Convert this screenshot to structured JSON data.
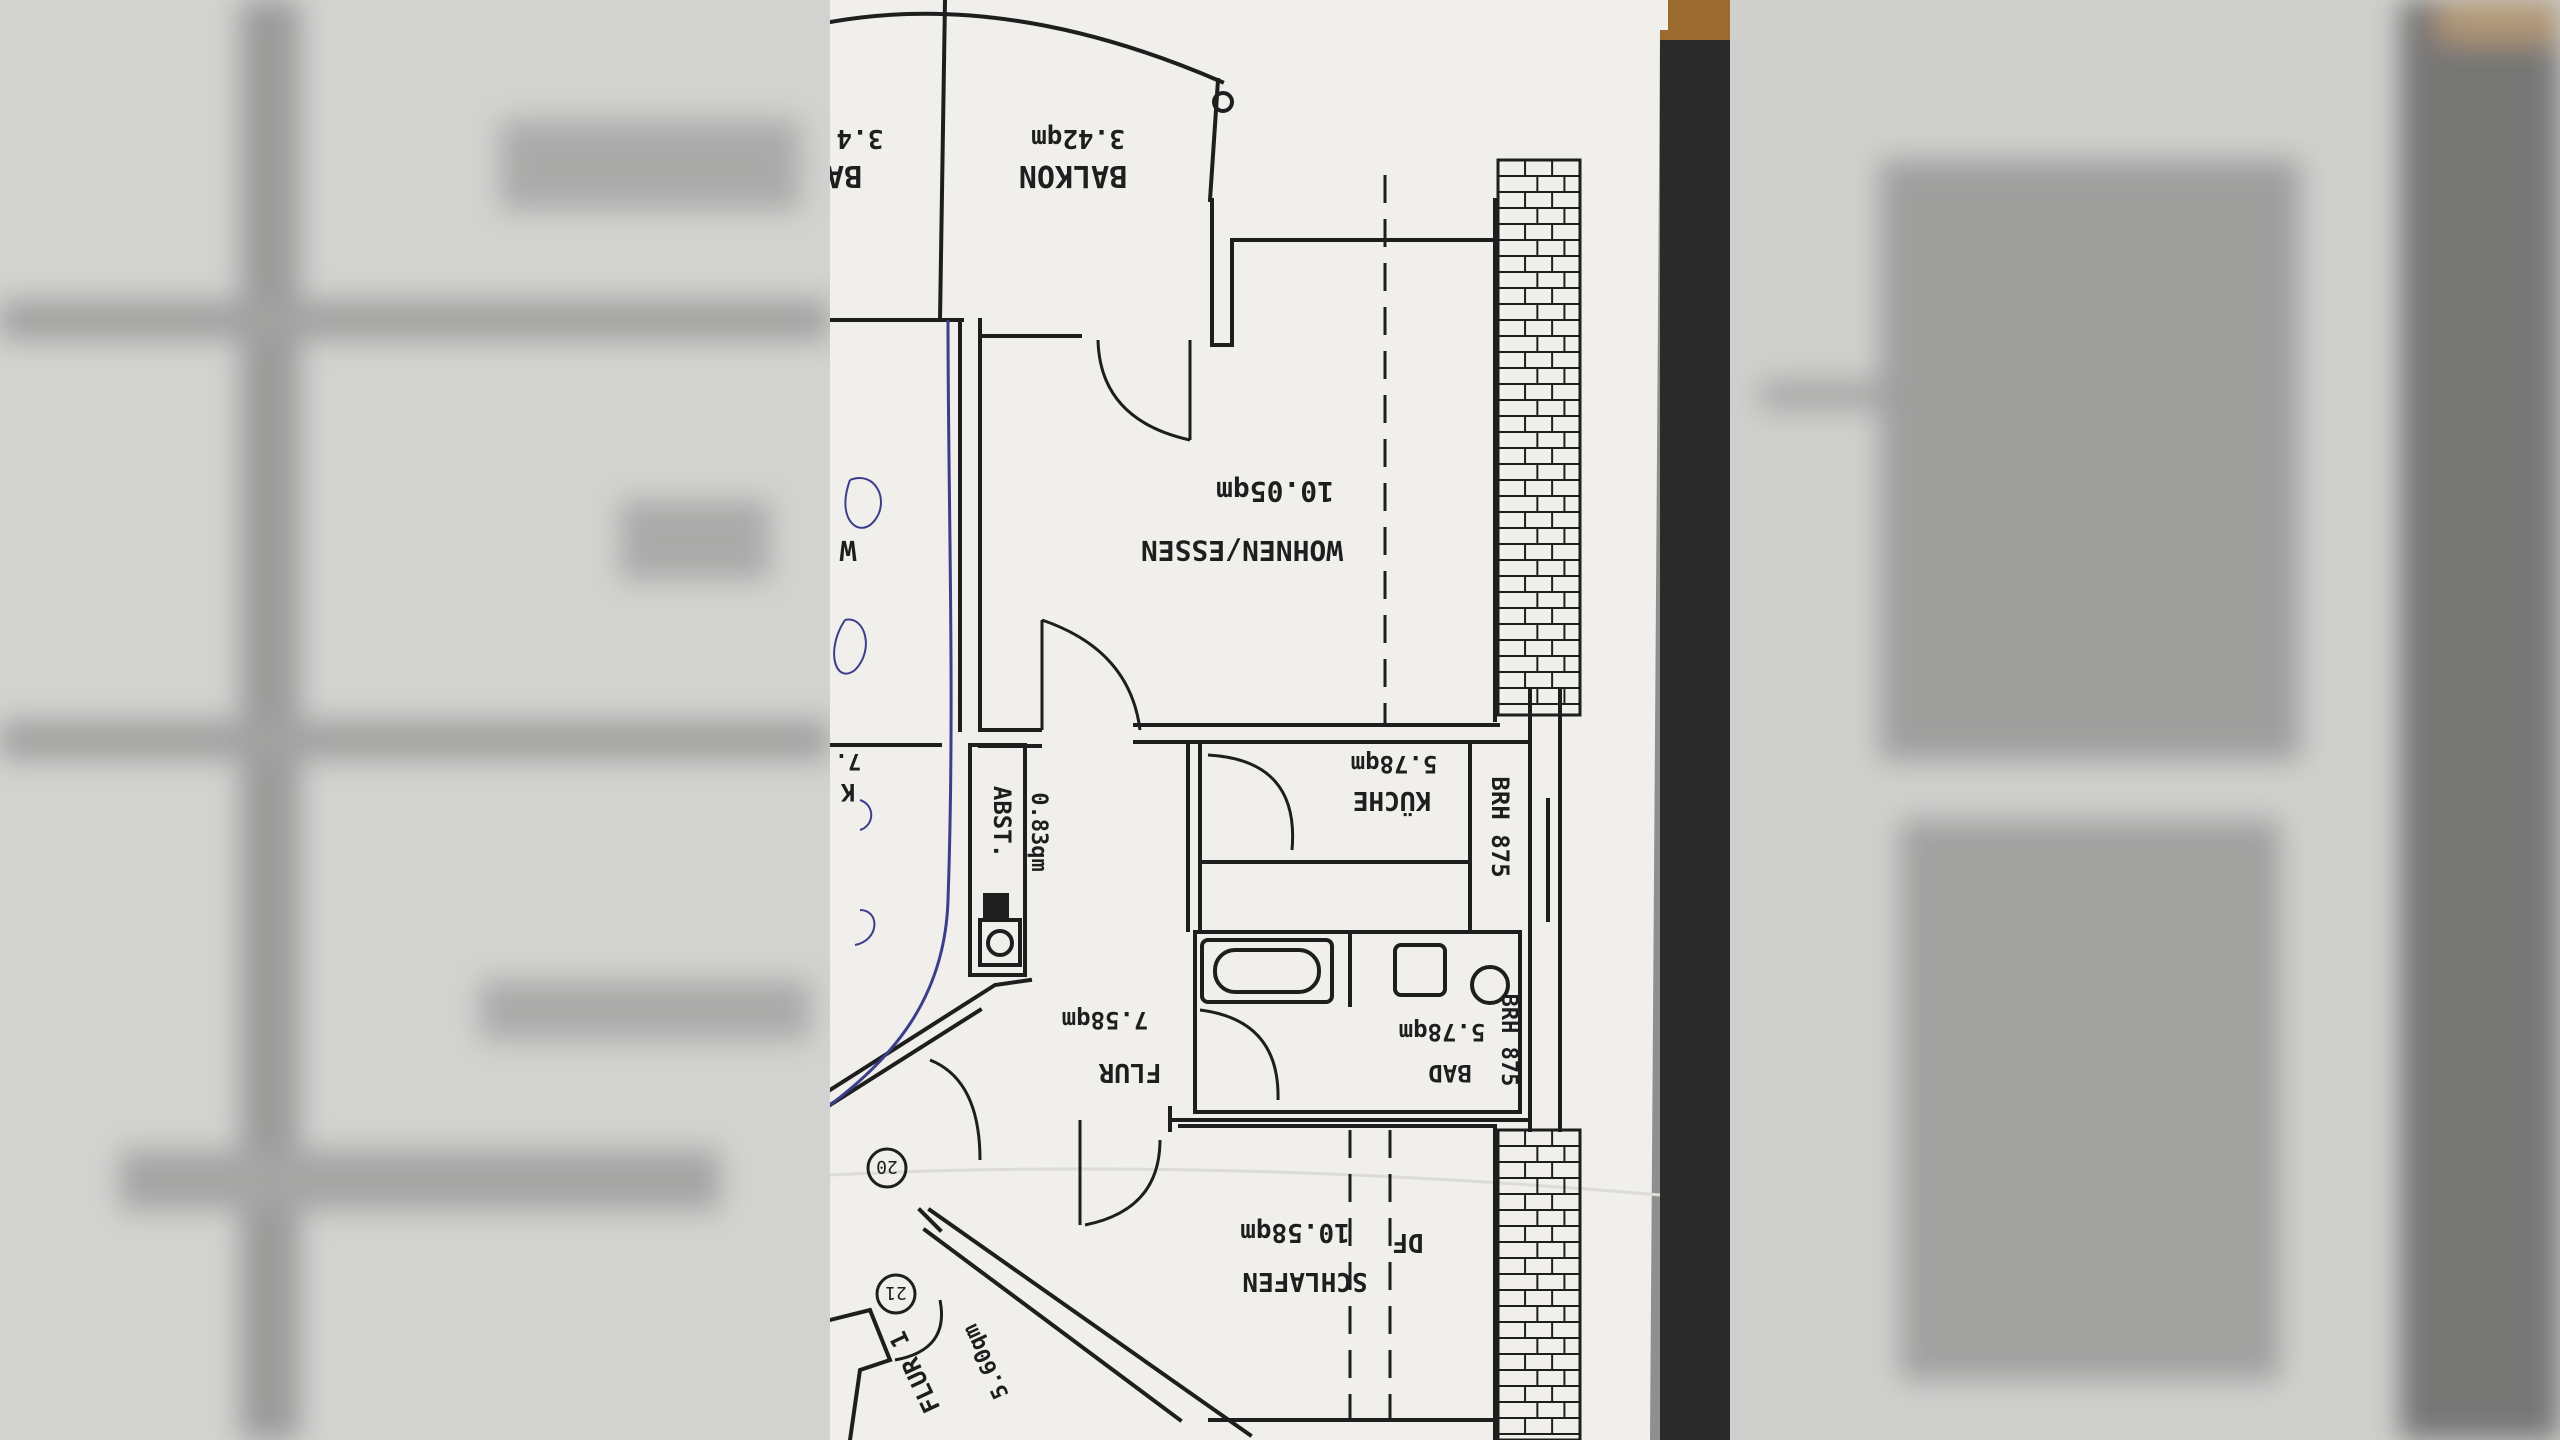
{
  "colors": {
    "paper": "#f0efec",
    "ink": "#1e1e1e",
    "pen": "#3b3f8a",
    "backdrop_left": "#d2d2d0",
    "backdrop_right": "#cfcfcd",
    "mat": "#2a2a2a",
    "wood": "#9a6a2e"
  },
  "icons": [
    "door-swing-icon",
    "window-hatch-icon",
    "bathtub-icon",
    "toilet-icon",
    "sink-icon",
    "washing-machine-icon",
    "room-number-marker-icon"
  ],
  "rooms": {
    "balkon": {
      "name": "BALKON",
      "area": "3.42qm"
    },
    "balkon_cut": {
      "name": "BA",
      "area": "3.4"
    },
    "wohnen": {
      "name": "WOHNEN/ESSEN",
      "area": "10.05qm"
    },
    "kueche": {
      "name": "KÜCHE",
      "area": "5.78qm",
      "brh": "BRH 875"
    },
    "abst": {
      "name": "ABST.",
      "area": "0.83qm"
    },
    "bad": {
      "name": "BAD",
      "area": "5.78qm",
      "brh": "BRH 875"
    },
    "flur": {
      "name": "FLUR",
      "area": "7.58qm"
    },
    "schlafen": {
      "name": "SCHLAFEN",
      "area": "10.58qm",
      "note": "DF"
    },
    "flur1": {
      "name": "FLUR 1",
      "area": "5.60qm"
    }
  },
  "markers": {
    "m20": "20",
    "m21": "21"
  },
  "cut_labels": {
    "w": "W",
    "k": "K",
    "seven": "7."
  }
}
